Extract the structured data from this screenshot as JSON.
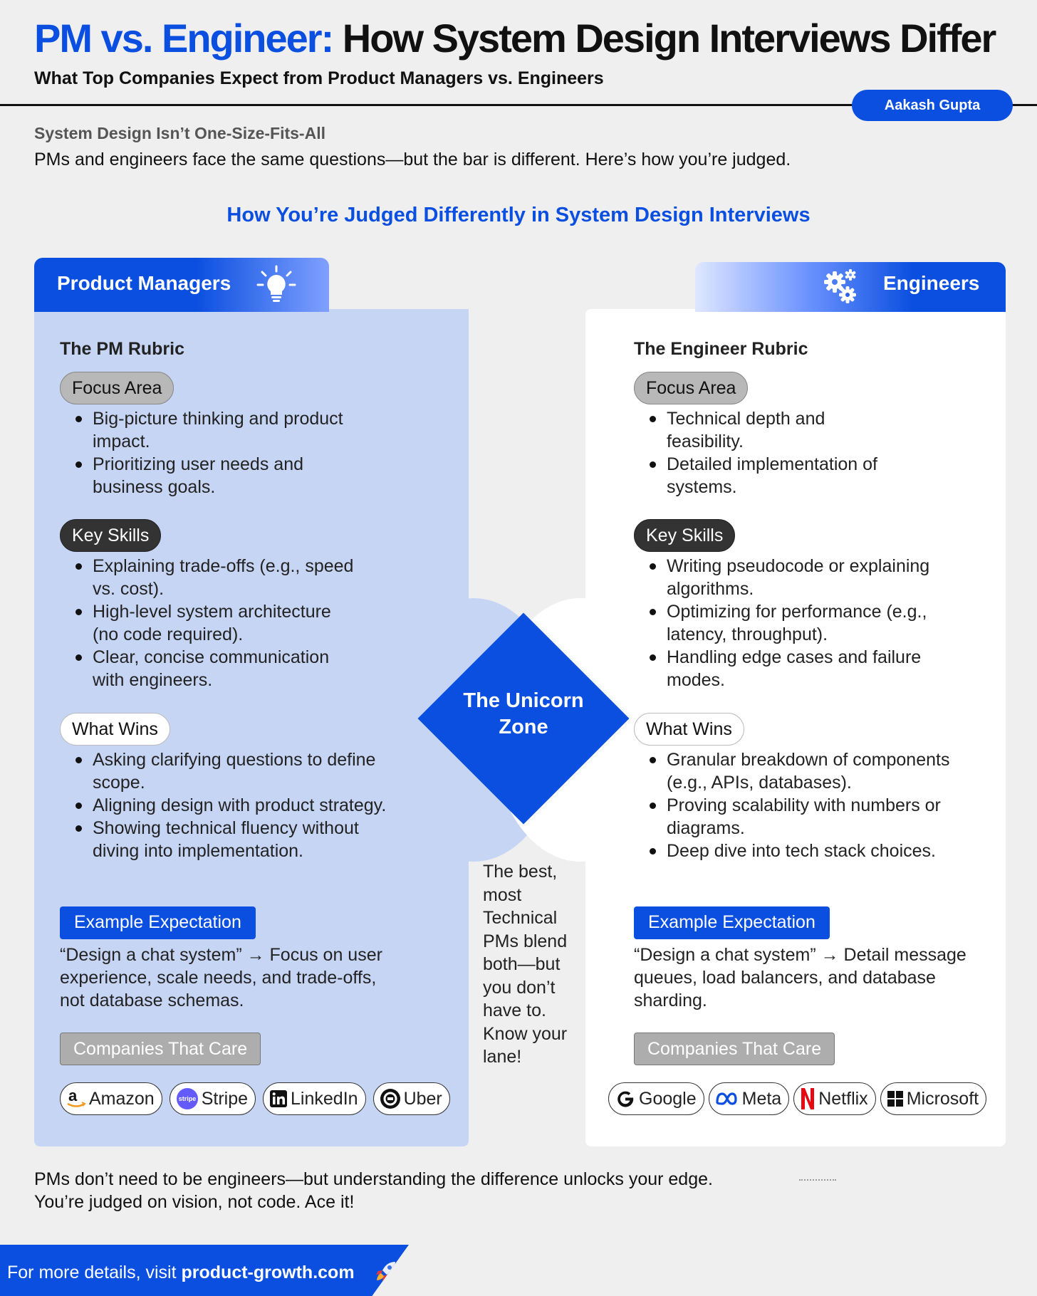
{
  "header": {
    "title_highlight": "PM vs. Engineer:",
    "title_rest": "How System Design Interviews Differ",
    "subtitle": "What Top Companies Expect from Product Managers vs. Engineers",
    "author": "Aakash Gupta"
  },
  "intro": {
    "heading": "System Design Isn’t One-Size-Fits-All",
    "text": "PMs and engineers face the same questions—but the bar is different. Here’s how you’re judged."
  },
  "section_heading": "How You’re Judged Differently in System Design Interviews",
  "pm": {
    "tab_label": "Product Managers",
    "icon": "lightbulb-icon",
    "rubric_title": "The PM Rubric",
    "focus_label": "Focus Area",
    "focus_items": [
      "Big-picture thinking and product impact.",
      "Prioritizing user needs and business goals."
    ],
    "skills_label": "Key Skills",
    "skills_items": [
      "Explaining trade-offs (e.g., speed vs. cost).",
      "High-level system architecture (no code required).",
      "Clear, concise communication with engineers."
    ],
    "wins_label": "What Wins",
    "wins_items": [
      "Asking clarifying questions to define scope.",
      "Aligning design with product strategy.",
      "Showing technical fluency without diving into implementation."
    ],
    "example_label": "Example Expectation",
    "example_text": "“Design a chat system” → Focus on user experience, scale needs, and trade-offs, not database schemas.",
    "companies_label": "Companies That Care",
    "companies": [
      "Amazon",
      "Stripe",
      "LinkedIn",
      "Uber"
    ]
  },
  "eng": {
    "tab_label": "Engineers",
    "icon": "gears-icon",
    "rubric_title": "The Engineer Rubric",
    "focus_label": "Focus Area",
    "focus_items": [
      "Technical depth and feasibility.",
      "Detailed implementation of systems."
    ],
    "skills_label": "Key Skills",
    "skills_items": [
      "Writing pseudocode or explaining algorithms.",
      "Optimizing for performance (e.g., latency, throughput).",
      "Handling edge cases and failure modes."
    ],
    "wins_label": "What Wins",
    "wins_items": [
      "Granular breakdown of components (e.g., APIs, databases).",
      "Proving scalability with numbers or diagrams.",
      "Deep dive into tech stack choices."
    ],
    "example_label": "Example Expectation",
    "example_text": "“Design a chat system” → Detail message queues, load balancers, and database sharding.",
    "companies_label": "Companies That Care",
    "companies": [
      "Google",
      "Meta",
      "Netflix",
      "Microsoft"
    ]
  },
  "unicorn": {
    "label": "The Unicorn Zone",
    "note": "The best, most Technical PMs blend both—but you don’t have to. Know your lane!"
  },
  "closing": {
    "line1": "PMs don’t need to be engineers—but understanding the difference unlocks your edge.",
    "line2": "You’re judged on vision, not code. Ace it!"
  },
  "footer": {
    "prefix": "For more details, visit ",
    "site": "product-growth.com",
    "icon": "rocket-icon"
  },
  "colors": {
    "brand_blue": "#0b4fe0",
    "pm_panel": "#c7d5f5",
    "eng_panel": "#ffffff",
    "background": "#efeff0"
  }
}
